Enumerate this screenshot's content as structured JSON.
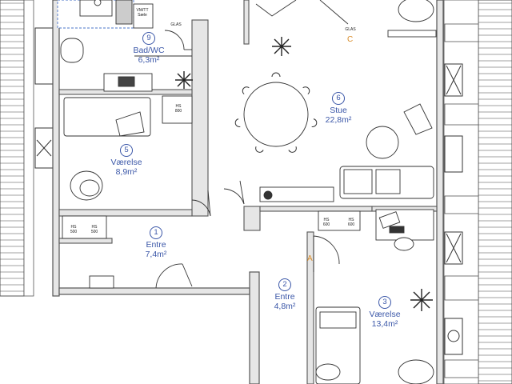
{
  "rooms": [
    {
      "id": "9",
      "name": "Bad/WC",
      "area": "6,3m²"
    },
    {
      "id": "6",
      "name": "Stue",
      "area": "22,8m²"
    },
    {
      "id": "5",
      "name": "Værelse",
      "area": "8,9m²"
    },
    {
      "id": "1",
      "name": "Entre",
      "area": "7,4m²"
    },
    {
      "id": "2",
      "name": "Entre",
      "area": "4,8m²"
    },
    {
      "id": "3",
      "name": "Værelse",
      "area": "13,4m²"
    }
  ],
  "fixtures": {
    "vmtt_line1": "VM/TT",
    "vmtt_line2": "Sæle",
    "glas_small": "GLAS",
    "glas": "GLAS",
    "hs_800_line1": "HS",
    "hs_800_line2": "800",
    "hs_500a_line1": "HS",
    "hs_500a_line2": "500",
    "hs_500b_line1": "HS",
    "hs_500b_line2": "500",
    "hs_600a_line1": "HS",
    "hs_600a_line2": "600",
    "hs_600b_line1": "HS",
    "hs_600b_line2": "600"
  },
  "doors": {
    "c": "C",
    "a": "A"
  },
  "colors": {
    "label": "#3b57a8",
    "door_letter": "#d88c2a",
    "wall": "#555555",
    "wall_fill": "#e6e6e6"
  }
}
